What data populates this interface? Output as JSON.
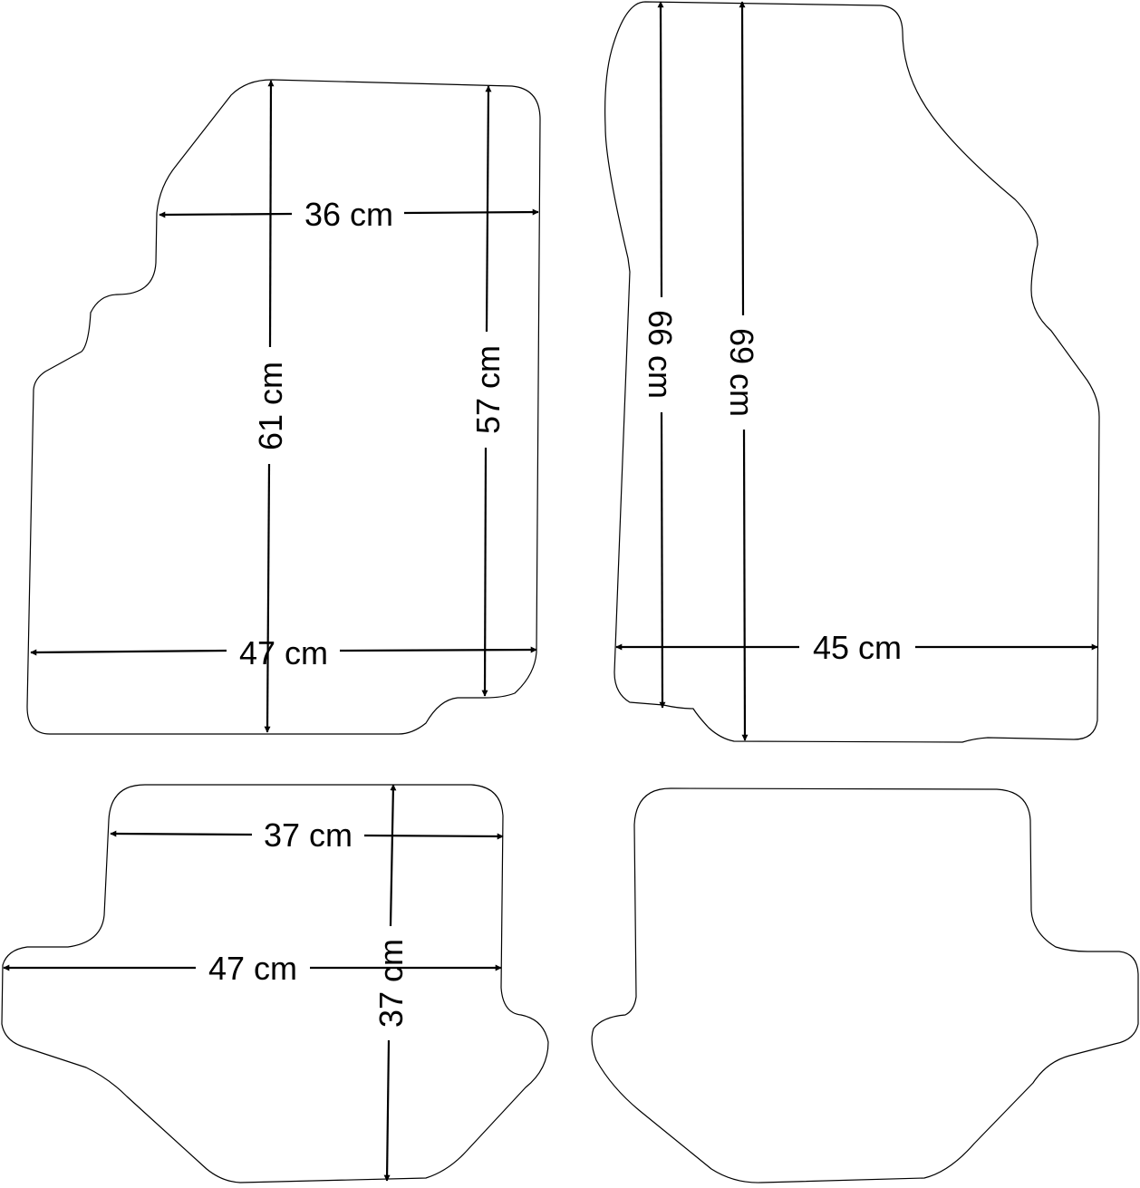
{
  "mats": {
    "front_left": {
      "width_top": "36 cm",
      "width_bottom": "47 cm",
      "length_left": "61 cm",
      "length_right": "57 cm"
    },
    "front_right": {
      "length_left": "66 cm",
      "length_right": "69 cm",
      "width": "45 cm"
    },
    "rear_left": {
      "width_top": "37 cm",
      "width_bottom": "47 cm",
      "length": "37 cm"
    }
  },
  "colors": {
    "line": "#000000",
    "background": "#ffffff"
  }
}
